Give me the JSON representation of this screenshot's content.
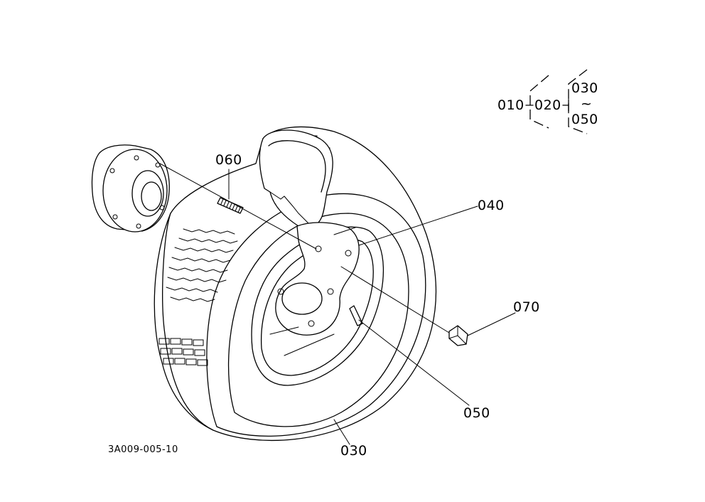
{
  "diagram": {
    "drawing_code": "3A009-005-10",
    "parts": {
      "p030": "030",
      "p040": "040",
      "p050": "050",
      "p060": "060",
      "p070": "070"
    },
    "assembly_tree": {
      "root": "010",
      "mid": "020",
      "top": "030",
      "tilde": "~",
      "bottom": "050"
    },
    "line_color": "#000000",
    "background_color": "#ffffff"
  }
}
